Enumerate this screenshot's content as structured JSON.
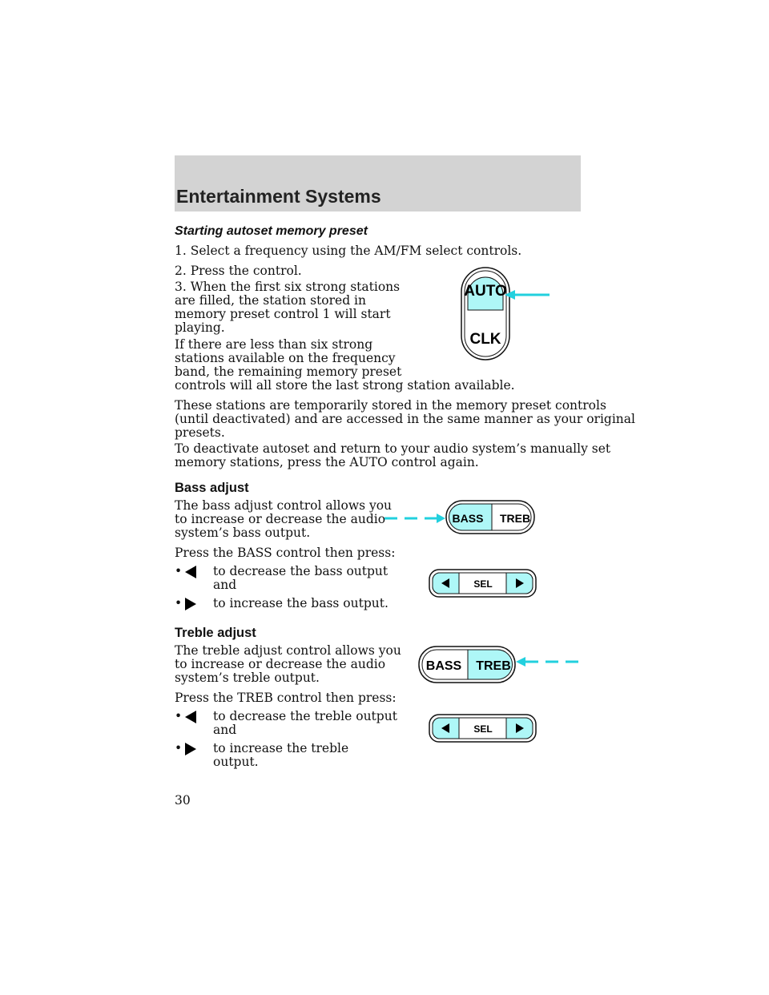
{
  "header": {
    "title": "Entertainment Systems"
  },
  "autoset": {
    "heading": "Starting autoset memory preset",
    "step1": "1. Select a frequency using the AM/FM select controls.",
    "step2": "2. Press the control.",
    "step3": "3. When the first six strong stations\nare filled, the station stored in\nmemory preset control 1 will start\nplaying.",
    "para_less_a": "If there are less than six strong\nstations available on the frequency\nband, the remaining memory preset",
    "para_less_b": "controls will all store the last strong station available.",
    "para_temp": "These stations are temporarily stored in the memory preset controls\n(until deactivated) and are accessed in the same manner as your original\npresets.",
    "para_deactivate": "To deactivate autoset and return to your audio system’s manually set\nmemory stations, press the AUTO control again.",
    "figure": {
      "top_label": "AUTO",
      "bottom_label": "CLK"
    }
  },
  "bass": {
    "heading": "Bass adjust",
    "desc": "The bass adjust control allows you\nto increase or decrease the audio\nsystem’s bass output.",
    "press": "Press the BASS control then press:",
    "bullet_decrease": "to decrease the bass output\nand",
    "bullet_increase": "to increase the bass output.",
    "figure": {
      "left_label": "BASS",
      "right_label": "TREB",
      "sel_label": "SEL"
    }
  },
  "treble": {
    "heading": "Treble adjust",
    "desc": "The treble adjust control allows you\nto increase or decrease the audio\nsystem’s treble output.",
    "press": "Press the TREB control then press:",
    "bullet_decrease": "to decrease the treble output\nand",
    "bullet_increase": "to increase the treble output.",
    "figure": {
      "left_label": "BASS",
      "right_label": "TREB",
      "sel_label": "SEL"
    }
  },
  "bullet_symbol": "•",
  "page_number": "30",
  "colors": {
    "highlight": "#aef7f7",
    "arrow": "#22d0de",
    "header_band": "#d3d3d3"
  }
}
